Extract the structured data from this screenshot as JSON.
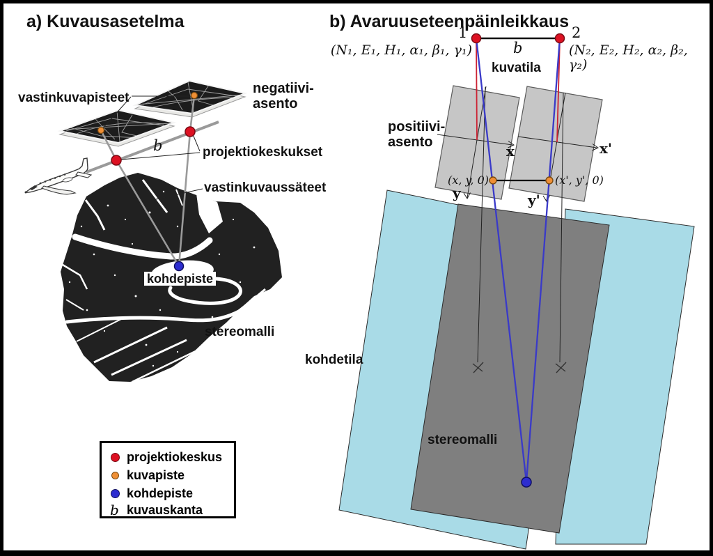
{
  "panel_a": {
    "title": "a) Kuvausasetelma",
    "labels": {
      "vastinkuvapisteet": "vastinkuvapisteet",
      "negatiivi_asento": "negatiivi-\nasento",
      "projektiokeskukset": "projektiokeskukset",
      "vastinkuvaussateet": "vastinkuvaussäteet",
      "kohdepiste": "kohdepiste",
      "stereomalli": "stereomalli",
      "baseline": "b"
    },
    "legend": {
      "b_symbol": "b",
      "items": [
        {
          "marker": "red-dot",
          "label": "projektiokeskus"
        },
        {
          "marker": "orange-dot",
          "label": "kuvapiste"
        },
        {
          "marker": "blue-dot",
          "label": "kohdepiste"
        },
        {
          "marker": "b-symbol",
          "label": "kuvauskanta"
        }
      ]
    }
  },
  "panel_b": {
    "title": "b) Avaruuseteenpäinleikkaus",
    "labels": {
      "point1": "1",
      "point2": "2",
      "baseline": "b",
      "params1": "(N₁, E₁, H₁, α₁, β₁, γ₁)",
      "params2": "(N₂, E₂, H₂, α₂, β₂, γ₂)",
      "kuvatila": "kuvatila",
      "positiivi_asento": "positiivi-\nasento",
      "x_axis": "x",
      "x_prime_axis": "x'",
      "y_axis": "y",
      "y_prime_axis": "y'",
      "image_coords": "(x, y, 0)",
      "image_coords_prime": "(x', y', 0)",
      "kohdetila": "kohdetila",
      "stereomalli": "stereomalli"
    }
  },
  "colors": {
    "projection_center": "#dd1122",
    "image_point": "#ef8f35",
    "target_point": "#2d2dd0",
    "ray_blue": "#3a3ac8",
    "ray_red": "#cc2233",
    "object_space_cyan": "#a9dbe7",
    "stereo_model_gray": "#7f7f7f",
    "image_plane_gray": "#c6c6c6"
  }
}
